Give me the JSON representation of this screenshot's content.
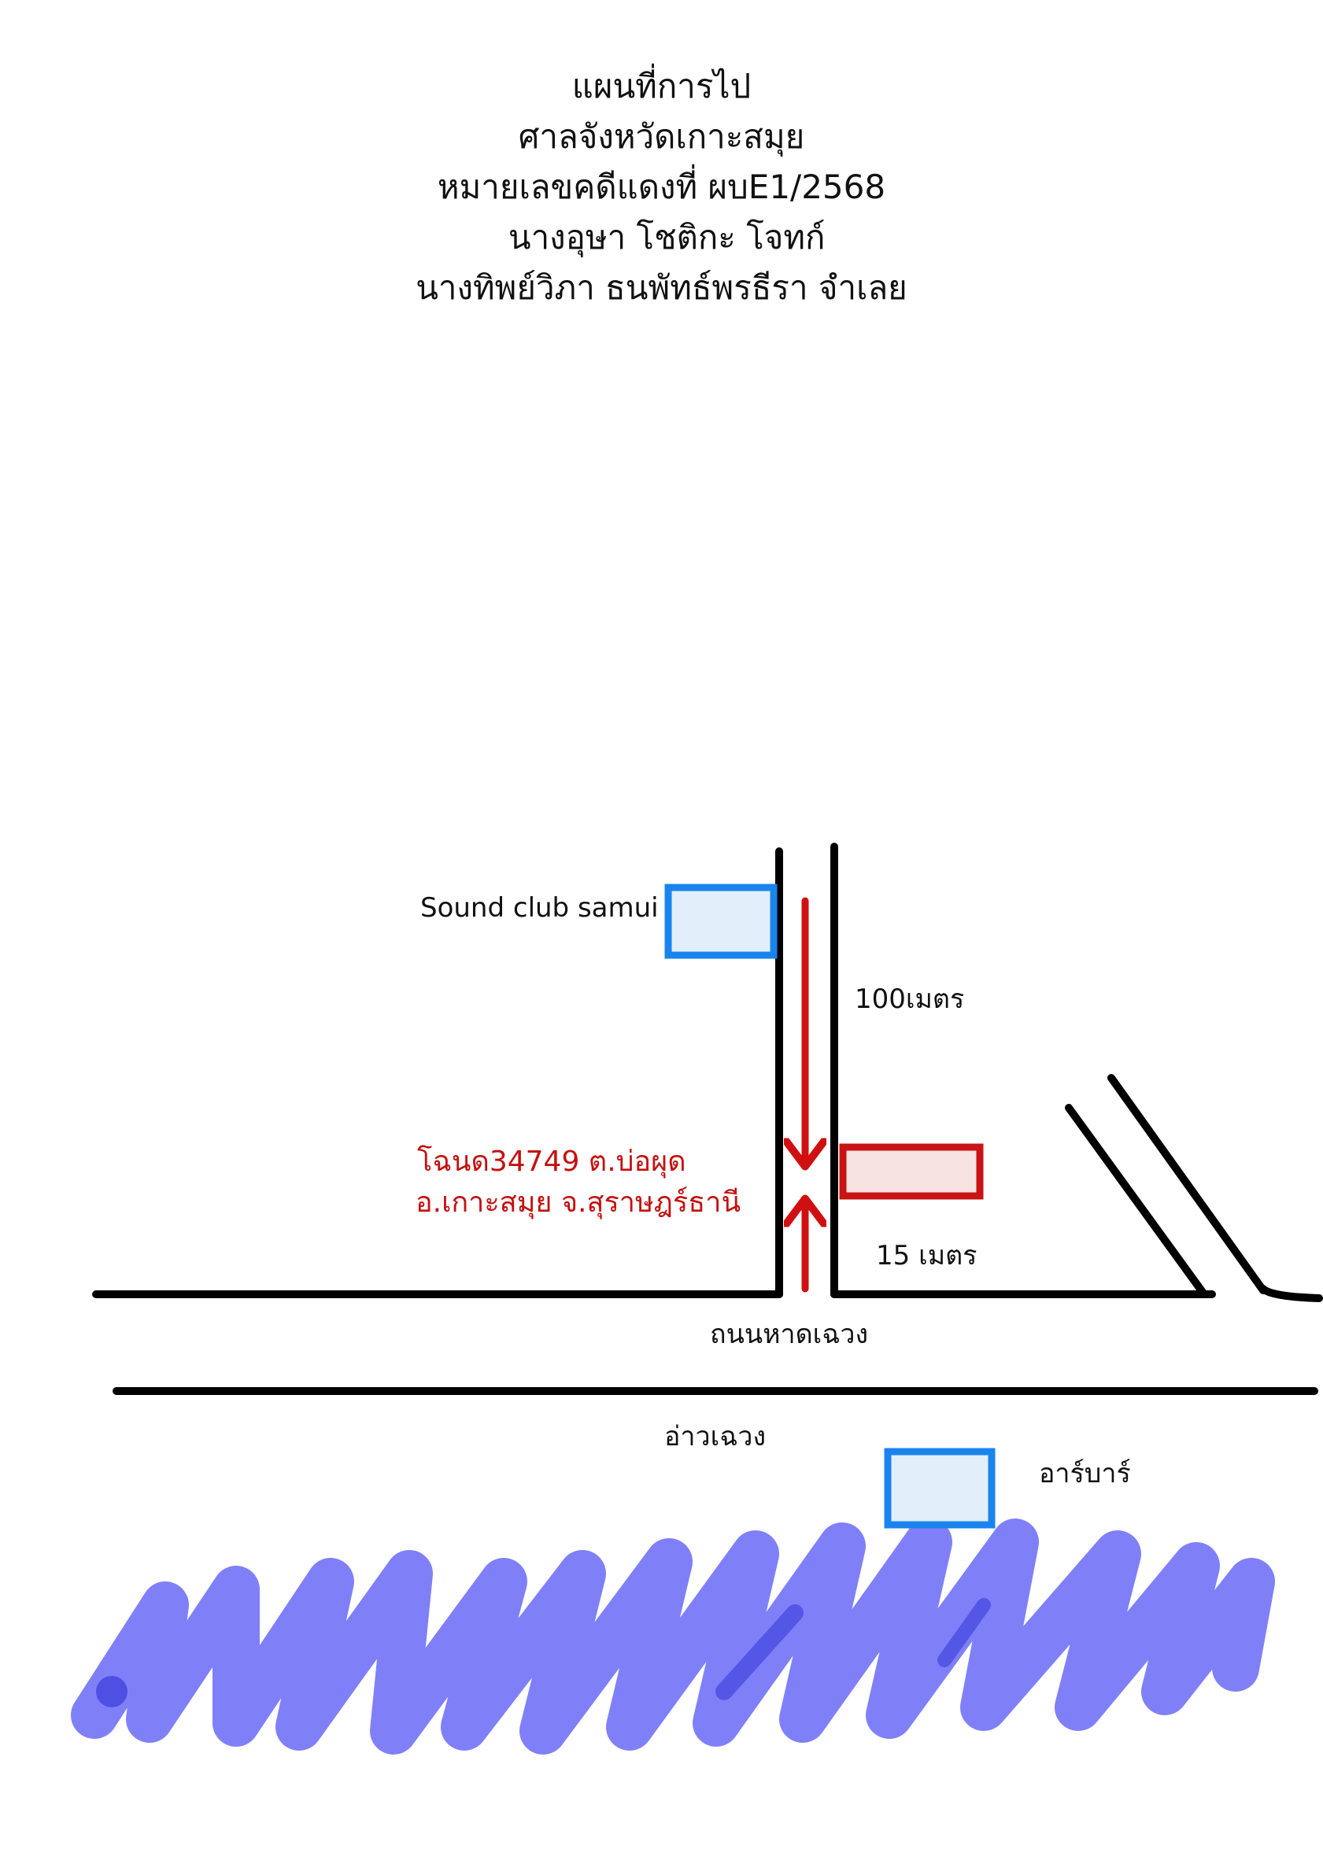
{
  "header": {
    "lines": [
      "แผนที่การไป",
      "ศาลจังหวัดเกาะสมุย",
      "หมายเลขคดีแดงที่ ผบE1/2568",
      " นางอุษา โชติกะ โจทก์",
      "นางทิพย์วิภา ธนพัทธ์พรธีรา จำเลย"
    ]
  },
  "map": {
    "labels": {
      "sound_club": "Sound club samui",
      "distance_100": "100เมตร",
      "deed_line1": "โฉนด34749 ต.บ่อผุด",
      "deed_line2": "อ.เกาะสมุย จ.สุราษฎร์ธานี",
      "distance_15": "15 เมตร",
      "road_name": "ถนนหาดเฉวง",
      "bay_name": "อ่าวเฉวง",
      "r_bar": "อาร์บาร์"
    },
    "colors": {
      "road": "#000000",
      "arrow": "#d01010",
      "landmark_stroke": "#1a84ee",
      "landmark_fill": "#e3eefb",
      "target_stroke": "#c81414",
      "target_fill": "#f8e3e3",
      "sea_scribble": "#7b7cf8"
    }
  }
}
